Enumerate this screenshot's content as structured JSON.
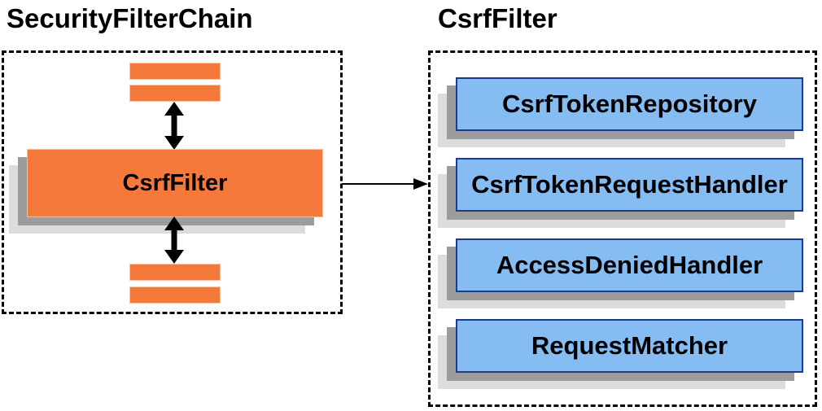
{
  "left_panel": {
    "title": "SecurityFilterChain",
    "node_label": "CsrfFilter"
  },
  "right_panel": {
    "title": "CsrfFilter",
    "components": [
      {
        "label": "CsrfTokenRepository"
      },
      {
        "label": "CsrfTokenRequestHandler"
      },
      {
        "label": "AccessDeniedHandler"
      },
      {
        "label": "RequestMatcher"
      }
    ]
  },
  "colors": {
    "node_orange": "#F4793B",
    "node_blue": "#85BCF2",
    "blue_border": "#1E3A8F",
    "shadow_dark": "#9C9C9C",
    "shadow_light": "#DCDCDC",
    "arrow": "#000000",
    "background": "#FFFFFF"
  }
}
